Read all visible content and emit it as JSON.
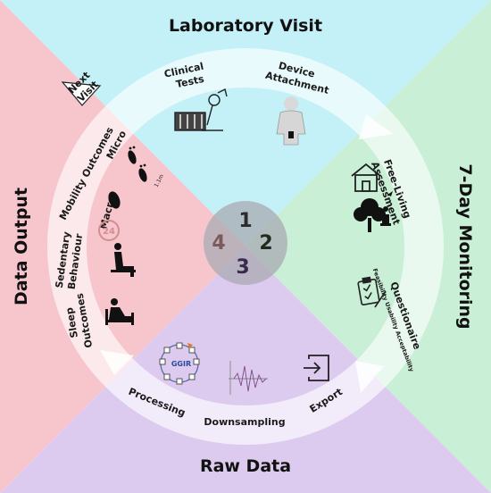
{
  "quadrants": {
    "top": "Laboratory Visit",
    "right": "7-Day Monitoring",
    "bottom": "Raw Data",
    "left": "Data Output"
  },
  "center_numbers": [
    "1",
    "2",
    "3",
    "4"
  ],
  "lab_visit": {
    "clinical_tests": [
      "Clinical",
      "Tests"
    ],
    "device_attachment": [
      "Device",
      "Attachment"
    ]
  },
  "next_visit": [
    "Next",
    "Visit"
  ],
  "monitoring": {
    "free_living": [
      "Free-Living",
      "Assessment"
    ],
    "questionnaire": "Questionaire",
    "questionnaire_sub": "Feasibility  Usability  Acceptability"
  },
  "raw_data": {
    "export": "Export",
    "downsampling": "Downsampling",
    "processing": "Processing",
    "ggir": "GGIR"
  },
  "data_output": {
    "mobility": "Mobility Outcomes",
    "macro": "Macro",
    "micro": "Micro",
    "macro_badge": "24",
    "micro_dist": "1.1m",
    "sedentary": [
      "Sedentary",
      "Behaviour"
    ],
    "sleep": [
      "Sleep",
      "Outcomes"
    ]
  },
  "colors": {
    "top_quadrant": "#c4f1f7",
    "right_quadrant": "#c9efd6",
    "bottom_quadrant": "#dccbee",
    "left_quadrant": "#f7c6cd",
    "num_1": "#2b2b2b",
    "num_2": "#1f2b1f",
    "num_3": "#3a2a4a",
    "num_4": "#7a5a5a"
  },
  "icons": [
    "clinical-tests-icon",
    "body-sensor-icon",
    "house-icon",
    "tree-person-icon",
    "clipboard-icon",
    "export-icon",
    "waveform-icon",
    "ggir-icon",
    "footprints-icon",
    "foot-24-icon",
    "sitting-person-icon",
    "bed-person-icon"
  ]
}
